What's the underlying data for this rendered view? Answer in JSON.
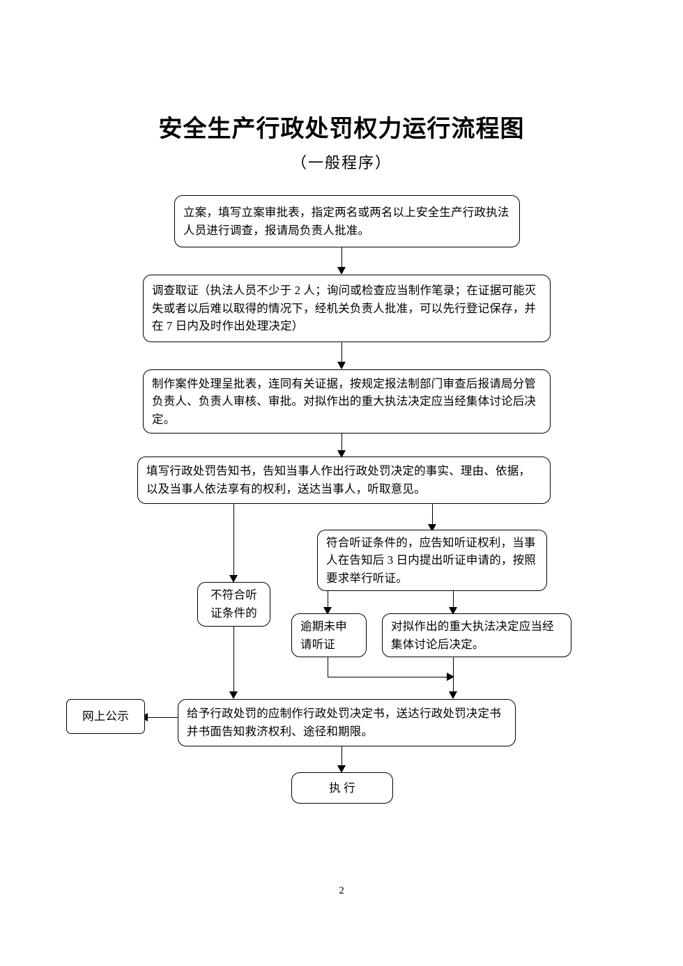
{
  "document": {
    "title": "安全生产行政处罚权力运行流程图",
    "subtitle": "（一般程序）",
    "page_number": "2"
  },
  "flowchart": {
    "type": "flowchart",
    "orientation": "top-to-bottom",
    "nodes": [
      {
        "id": "filing",
        "label": "立案，填写立案审批表，指定两名或两名以上安全生产行政执法人员进行调查，报请局负责人批准。"
      },
      {
        "id": "investigation",
        "label": "调查取证（执法人员不少于 2 人；询问或检查应当制作笔录；在证据可能灭失或者以后难以取得的情况下，经机关负责人批准，可以先行登记保存，并在 7 日内及时作出处理决定）"
      },
      {
        "id": "approval",
        "label": "制作案件处理呈批表，连同有关证据，按规定报法制部门审查后报请局分管负责人、负责人审核、审批。对拟作出的重大执法决定应当经集体讨论后决定。"
      },
      {
        "id": "notice",
        "label": "填写行政处罚告知书，告知当事人作出行政处罚决定的事实、理由、依据，以及当事人依法享有的权利，送达当事人，听取意见。"
      },
      {
        "id": "hearing-eligible",
        "label": "符合听证条件的，应告知听证权利，当事人在告知后 3 日内提出听证申请的，按照要求举行听证。"
      },
      {
        "id": "hearing-not-eligible",
        "label": "不符合听证条件的"
      },
      {
        "id": "hearing-overdue",
        "label": "逾期未申请听证"
      },
      {
        "id": "major-decision",
        "label": "对拟作出的重大执法决定应当经集体讨论后决定。"
      },
      {
        "id": "penalty-decision",
        "label": "给予行政处罚的应制作行政处罚决定书，送达行政处罚决定书并书面告知救济权利、途径和期限。"
      },
      {
        "id": "online-publicity",
        "label": "网上公示"
      },
      {
        "id": "execution",
        "label": "执  行"
      }
    ],
    "edges": [
      {
        "from": "filing",
        "to": "investigation"
      },
      {
        "from": "investigation",
        "to": "approval"
      },
      {
        "from": "approval",
        "to": "notice"
      },
      {
        "from": "notice",
        "to": "hearing-not-eligible"
      },
      {
        "from": "notice",
        "to": "hearing-eligible"
      },
      {
        "from": "hearing-eligible",
        "to": "hearing-overdue"
      },
      {
        "from": "hearing-eligible",
        "to": "major-decision"
      },
      {
        "from": "hearing-overdue",
        "to": "penalty-decision"
      },
      {
        "from": "major-decision",
        "to": "penalty-decision"
      },
      {
        "from": "hearing-not-eligible",
        "to": "penalty-decision"
      },
      {
        "from": "penalty-decision",
        "to": "online-publicity"
      },
      {
        "from": "penalty-decision",
        "to": "execution"
      }
    ]
  },
  "colors": {
    "stroke": "#000000",
    "background": "#ffffff",
    "text": "#000000"
  }
}
